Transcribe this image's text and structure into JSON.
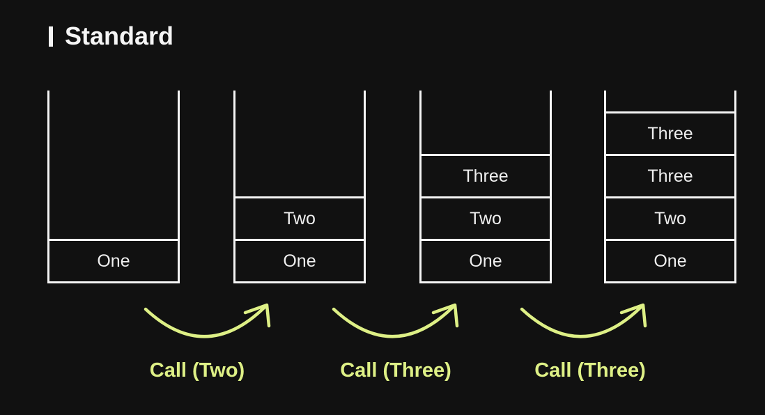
{
  "title": {
    "text": "Standard"
  },
  "colors": {
    "background": "#111111",
    "line": "#f5f5f5",
    "frame_text": "#efefef",
    "accent": "#def086"
  },
  "stacks": [
    {
      "name": "stack-1",
      "frames_top_to_bottom": [
        "One"
      ]
    },
    {
      "name": "stack-2",
      "frames_top_to_bottom": [
        "Two",
        "One"
      ]
    },
    {
      "name": "stack-3",
      "frames_top_to_bottom": [
        "Three",
        "Two",
        "One"
      ]
    },
    {
      "name": "stack-4",
      "frames_top_to_bottom": [
        "Three",
        "Three",
        "Two",
        "One"
      ]
    }
  ],
  "arrows": [
    {
      "label": "Call (Two)"
    },
    {
      "label": "Call (Three)"
    },
    {
      "label": "Call (Three)"
    }
  ]
}
